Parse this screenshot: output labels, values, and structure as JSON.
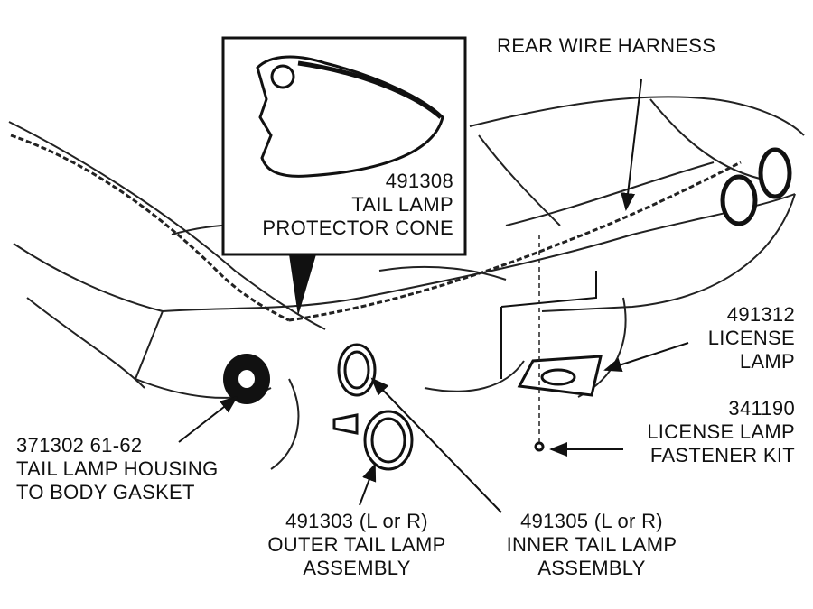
{
  "title": "Rear tail lamp and license lamp parts diagram",
  "labels": {
    "harness": {
      "line1": "REAR WIRE HARNESS"
    },
    "cone": {
      "line1": "491308",
      "line2": "TAIL LAMP",
      "line3": "PROTECTOR CONE"
    },
    "license_lamp": {
      "line1": "491312",
      "line2": "LICENSE",
      "line3": "LAMP"
    },
    "fastener": {
      "line1": "341190",
      "line2": "LICENSE LAMP",
      "line3": "FASTENER KIT"
    },
    "gasket": {
      "line1": "371302  61-62",
      "line2": "TAIL LAMP HOUSING",
      "line3": "TO BODY GASKET"
    },
    "outer": {
      "line1": "491303  (L or R)",
      "line2": "OUTER TAIL LAMP",
      "line3": "ASSEMBLY"
    },
    "inner": {
      "line1": "491305  (L or R)",
      "line2": "INNER TAIL LAMP",
      "line3": "ASSEMBLY"
    }
  }
}
